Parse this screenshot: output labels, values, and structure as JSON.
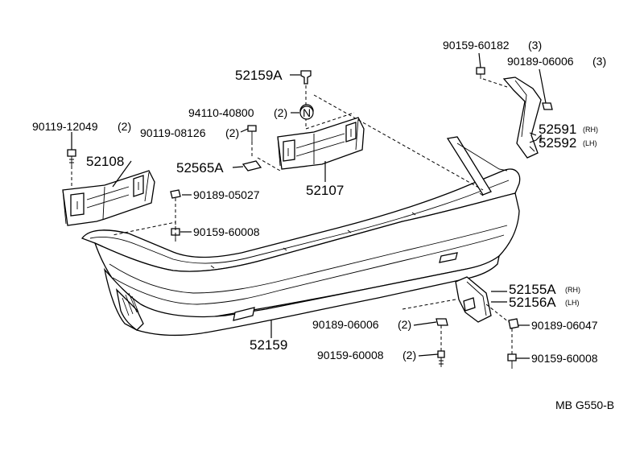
{
  "labels": {
    "p52159A": "52159A",
    "p94110": "94110-40800",
    "p94110_qty": "(2)",
    "p94110_sym": "N",
    "p90119_08126": "90119-08126",
    "p90119_08126_qty": "(2)",
    "p90119_12049": "90119-12049",
    "p90119_12049_qty": "(2)",
    "p52108": "52108",
    "p52565A": "52565A",
    "p52107": "52107",
    "p90189_05027": "90189-05027",
    "p90159_60008_left": "90159-60008",
    "p90159_60182": "90159-60182",
    "p90159_60182_qty": "(3)",
    "p90189_06006_top": "90189-06006",
    "p90189_06006_top_qty": "(3)",
    "p52591": "52591",
    "p52591_side": "(RH)",
    "p52592": "52592",
    "p52592_side": "(LH)",
    "p52155A": "52155A",
    "p52155A_side": "(RH)",
    "p52156A": "52156A",
    "p52156A_side": "(LH)",
    "p90189_06006_bot": "90189-06006",
    "p90189_06006_bot_qty": "(2)",
    "p90189_06047": "90189-06047",
    "p90159_60008_bot": "90159-60008",
    "p90159_60008_bot_qty": "(2)",
    "p90159_60008_right": "90159-60008",
    "p52159": "52159",
    "diagram_code": "MB G550-B"
  }
}
